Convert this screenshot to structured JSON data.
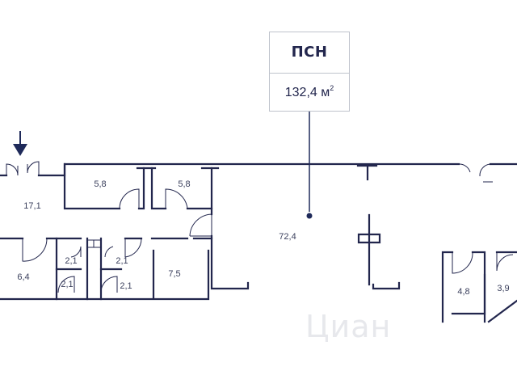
{
  "unit_label": {
    "type": "ПСН",
    "area": "132,4 м",
    "area_unit_sup": "2"
  },
  "rooms": [
    "17,1",
    "5,8",
    "5,8",
    "72,4",
    "6,4",
    "2,1",
    "2,1",
    "2,1",
    "2,1",
    "7,5",
    "4,8",
    "3,9"
  ],
  "watermark": "Циан",
  "colors": {
    "wall": "#22264d",
    "accent": "#1f2a5a",
    "box_border": "#bfc3cc"
  }
}
